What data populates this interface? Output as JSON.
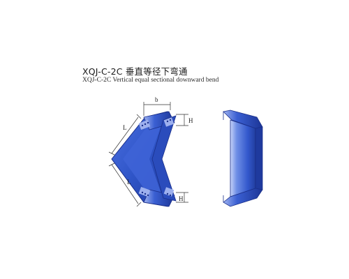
{
  "document": {
    "title_cn": "XQJ-C-2C 垂直等径下弯通",
    "title_en": "XQJ-C-2C  Vertical equal sectional downward bend"
  },
  "drawing": {
    "dimension_labels": {
      "b": "b",
      "h_top": "H",
      "h_bottom": "H",
      "l_top": "L",
      "l_bottom": "L"
    }
  },
  "colors": {
    "body": "#2f55c8",
    "dark": "#1a2f8a",
    "light": "#6f8fe6",
    "highlight": "#aebff3",
    "dimension_line": "#333333"
  }
}
